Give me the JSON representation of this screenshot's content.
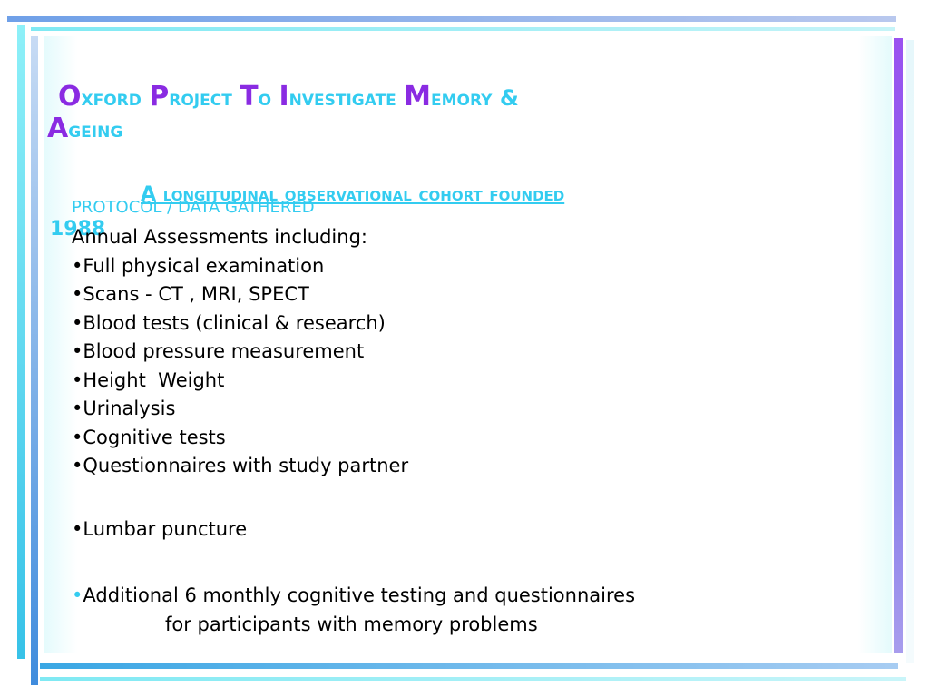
{
  "slide": {
    "title": {
      "line1": [
        {
          "cap": "O",
          "rest": "xford "
        },
        {
          "cap": "P",
          "rest": "roject "
        },
        {
          "cap": "T",
          "rest": "o "
        },
        {
          "cap": "I",
          "rest": "nvestigate "
        },
        {
          "cap": "M",
          "rest": "emory &"
        }
      ],
      "line2": [
        {
          "cap": "A",
          "rest": "geing"
        }
      ]
    },
    "subtitle": {
      "cap": "A",
      "rest": " longitudinal observational cohort founded",
      "year": "1988"
    },
    "section_heading": "PROTOCOL / DATA GATHERED",
    "intro": "Annual Assessments including:",
    "bullet_char": "•",
    "bullets": [
      "Full physical examination",
      "Scans - CT , MRI, SPECT",
      "Blood tests (clinical & research)",
      "Blood pressure measurement",
      "Height  Weight",
      "Urinalysis",
      "Cognitive tests",
      "Questionnaires with study partner"
    ],
    "lumbar": "Lumbar puncture",
    "additional": {
      "line1": "Additional 6 monthly cognitive testing and questionnaires",
      "line2": "for participants with memory problems"
    },
    "colors": {
      "accent_cyan": "#33ccf0",
      "accent_purple": "#8a2be2",
      "text": "#000000"
    }
  }
}
